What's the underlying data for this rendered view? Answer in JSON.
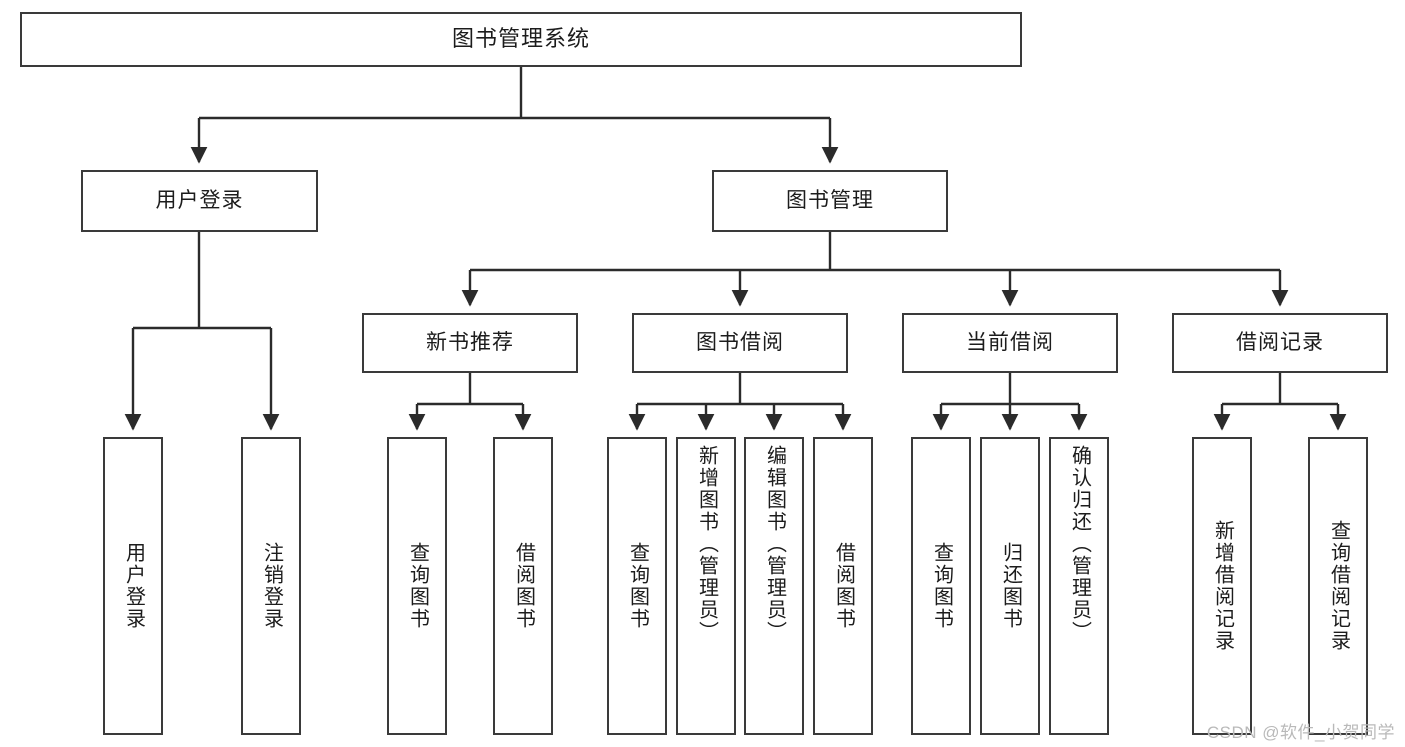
{
  "diagram": {
    "type": "tree-hierarchy-chart",
    "title": "图书管理系统",
    "watermark": "CSDN @软件_小贺同学",
    "colors": {
      "box_border": "#3a3a3a",
      "box_fill": "#ffffff",
      "connector": "#2b2b2b",
      "text": "#1c1c1c",
      "watermark": "#b9b9b9",
      "background": "#ffffff"
    },
    "levels": {
      "level1": "系统",
      "level2": "模块",
      "level3": "子模块",
      "level4": "功能"
    },
    "nodes": {
      "root": {
        "label": "图书管理系统",
        "orientation": "horizontal"
      },
      "user_login": {
        "label": "用户登录",
        "orientation": "horizontal"
      },
      "book_manage": {
        "label": "图书管理",
        "orientation": "horizontal"
      },
      "new_book_rec": {
        "label": "新书推荐",
        "orientation": "horizontal"
      },
      "book_borrow": {
        "label": "图书借阅",
        "orientation": "horizontal"
      },
      "current_borrow": {
        "label": "当前借阅",
        "orientation": "horizontal"
      },
      "borrow_record": {
        "label": "借阅记录",
        "orientation": "horizontal"
      },
      "leaf_user_login": {
        "label": "用户登录",
        "orientation": "vertical"
      },
      "leaf_logout": {
        "label": "注销登录",
        "orientation": "vertical"
      },
      "leaf_query_book_a": {
        "label": "查询图书",
        "orientation": "vertical"
      },
      "leaf_borrow_book_a": {
        "label": "借阅图书",
        "orientation": "vertical"
      },
      "leaf_query_book_b": {
        "label": "查询图书",
        "orientation": "vertical"
      },
      "leaf_add_book": {
        "label": "新增图书（管理员）",
        "orientation": "vertical"
      },
      "leaf_edit_book": {
        "label": "编辑图书（管理员）",
        "orientation": "vertical"
      },
      "leaf_borrow_book_b": {
        "label": "借阅图书",
        "orientation": "vertical"
      },
      "leaf_query_book_c": {
        "label": "查询图书",
        "orientation": "vertical"
      },
      "leaf_return_book": {
        "label": "归还图书",
        "orientation": "vertical"
      },
      "leaf_confirm_return": {
        "label": "确认归还（管理员）",
        "orientation": "vertical"
      },
      "leaf_add_record": {
        "label": "新增借阅记录",
        "orientation": "vertical"
      },
      "leaf_query_record": {
        "label": "查询借阅记录",
        "orientation": "vertical"
      }
    },
    "edges": [
      {
        "from": "root",
        "to": "user_login"
      },
      {
        "from": "root",
        "to": "book_manage"
      },
      {
        "from": "user_login",
        "to": "leaf_user_login"
      },
      {
        "from": "user_login",
        "to": "leaf_logout"
      },
      {
        "from": "book_manage",
        "to": "new_book_rec"
      },
      {
        "from": "book_manage",
        "to": "book_borrow"
      },
      {
        "from": "book_manage",
        "to": "current_borrow"
      },
      {
        "from": "book_manage",
        "to": "borrow_record"
      },
      {
        "from": "new_book_rec",
        "to": "leaf_query_book_a"
      },
      {
        "from": "new_book_rec",
        "to": "leaf_borrow_book_a"
      },
      {
        "from": "book_borrow",
        "to": "leaf_query_book_b"
      },
      {
        "from": "book_borrow",
        "to": "leaf_add_book"
      },
      {
        "from": "book_borrow",
        "to": "leaf_edit_book"
      },
      {
        "from": "book_borrow",
        "to": "leaf_borrow_book_b"
      },
      {
        "from": "current_borrow",
        "to": "leaf_query_book_c"
      },
      {
        "from": "current_borrow",
        "to": "leaf_return_book"
      },
      {
        "from": "current_borrow",
        "to": "leaf_confirm_return"
      },
      {
        "from": "borrow_record",
        "to": "leaf_add_record"
      },
      {
        "from": "borrow_record",
        "to": "leaf_query_record"
      }
    ]
  }
}
